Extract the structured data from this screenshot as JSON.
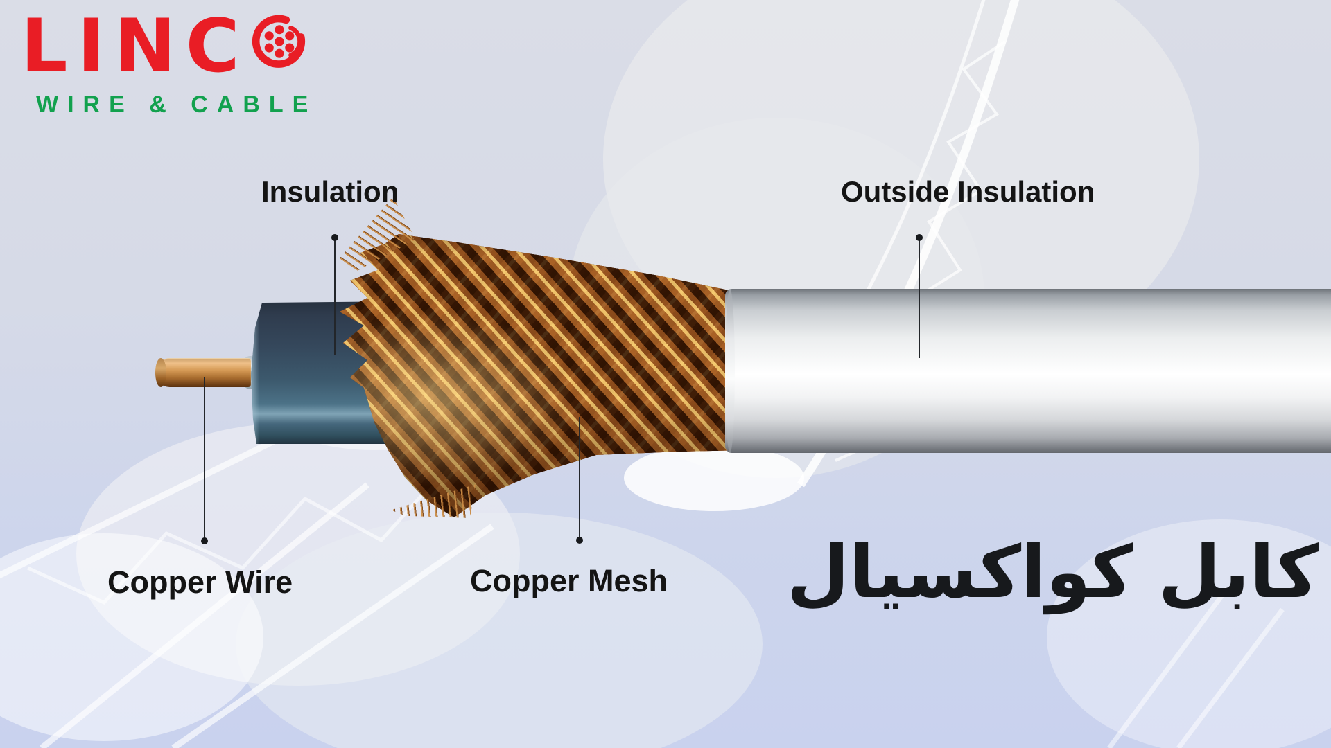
{
  "logo": {
    "brand_text": "LINC",
    "brand_o_icon": "cable-cross-section",
    "brand_name": "LINCO",
    "tagline": "WIRE & CABLE",
    "brand_color": "#e91d25",
    "tagline_color": "#12a14e"
  },
  "diagram": {
    "labels": {
      "insulation": "Insulation",
      "outside_insulation": "Outside Insulation",
      "copper_wire": "Copper Wire",
      "copper_mesh": "Copper Mesh"
    },
    "caption_fa": "کابل کواکسیال"
  },
  "colors": {
    "background": "#d6dae7",
    "label_text": "#141414",
    "copper_wire": "#d59a55",
    "copper_mesh": "#a25e24",
    "inner_insulation": "#3c596d",
    "outer_jacket": "#ffffff"
  }
}
